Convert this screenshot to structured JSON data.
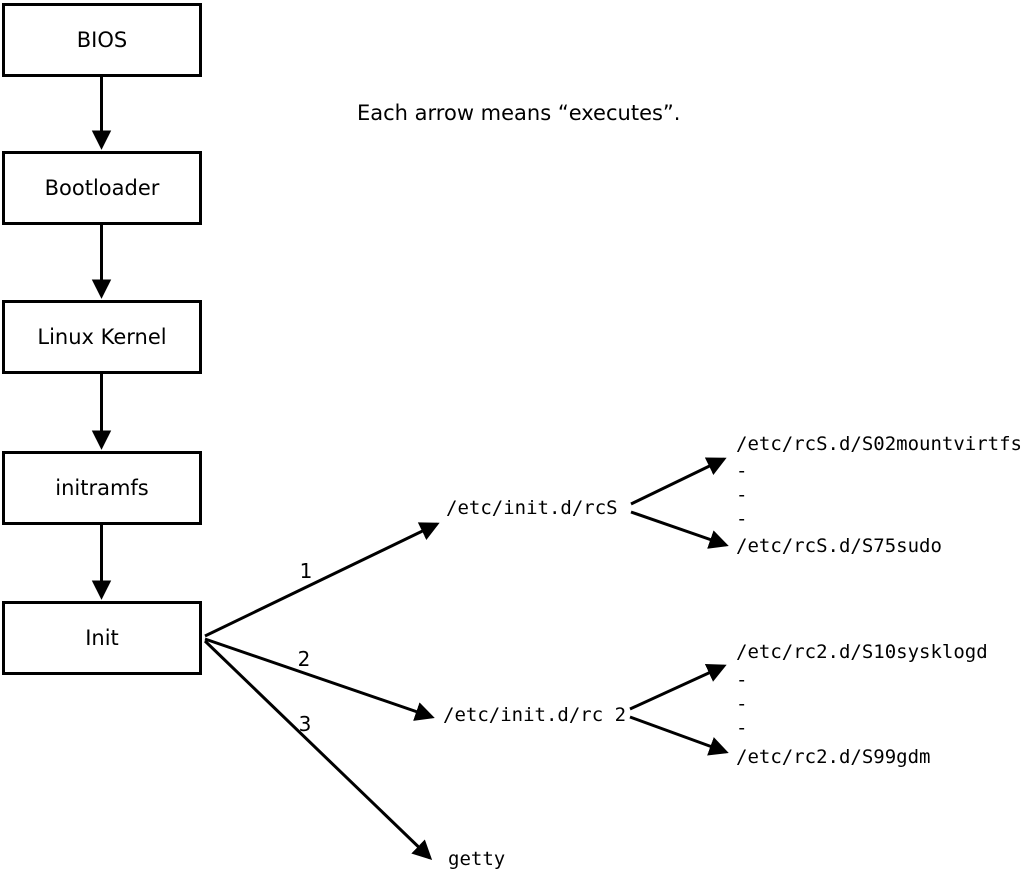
{
  "caption": "Each arrow means “executes”.",
  "colors": {
    "foreground": "#000000",
    "background": "#ffffff"
  },
  "boot_chain": {
    "boxes": [
      {
        "label": "BIOS"
      },
      {
        "label": "Bootloader"
      },
      {
        "label": "Linux Kernel"
      },
      {
        "label": "initramfs"
      },
      {
        "label": "Init"
      }
    ]
  },
  "branches": [
    {
      "order_label": "1",
      "target": "/etc/init.d/rcS",
      "children": [
        "/etc/rcS.d/S02mountvirtfs",
        "-",
        "-",
        "-",
        "/etc/rcS.d/S75sudo"
      ]
    },
    {
      "order_label": "2",
      "target": "/etc/init.d/rc 2",
      "children": [
        "/etc/rc2.d/S10sysklogd",
        "-",
        "-",
        "-",
        "/etc/rc2.d/S99gdm"
      ]
    },
    {
      "order_label": "3",
      "target": "getty",
      "children": []
    }
  ]
}
